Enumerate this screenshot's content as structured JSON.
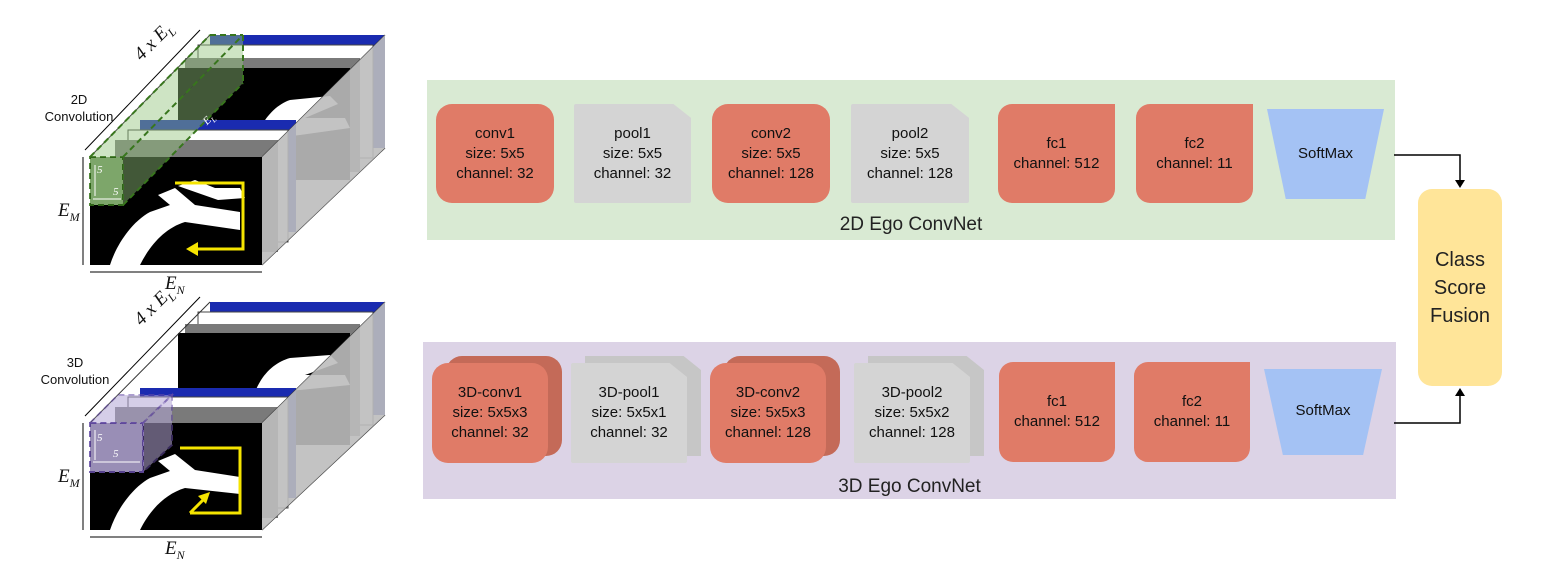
{
  "illustrations": {
    "top": {
      "conv_label": "2D\nConvolution",
      "depth_label": "4 x E",
      "depth_sub": "L",
      "height_label": "E",
      "height_sub": "M",
      "width_label": "E",
      "width_sub": "N",
      "kernel_w": "5",
      "kernel_h": "5",
      "inner_label": "E",
      "inner_sub": "L"
    },
    "bottom": {
      "conv_label": "3D\nConvolution",
      "depth_label": "4 x E",
      "depth_sub": "L",
      "height_label": "E",
      "height_sub": "M",
      "width_label": "E",
      "width_sub": "N",
      "kernel_w": "5",
      "kernel_h": "5"
    }
  },
  "net2d": {
    "title": "2D Ego ConvNet",
    "blocks": [
      {
        "label": "conv1\nsize: 5x5\nchannel: 32"
      },
      {
        "label": "pool1\nsize: 5x5\nchannel: 32"
      },
      {
        "label": "conv2\nsize: 5x5\nchannel: 128"
      },
      {
        "label": "pool2\nsize: 5x5\nchannel: 128"
      },
      {
        "label": "fc1\nchannel: 512"
      },
      {
        "label": "fc2\nchannel: 11"
      },
      {
        "label": "SoftMax"
      }
    ]
  },
  "net3d": {
    "title": "3D Ego ConvNet",
    "blocks": [
      {
        "label": "3D-conv1\nsize: 5x5x3\nchannel: 32"
      },
      {
        "label": "3D-pool1\nsize: 5x5x1\nchannel: 32"
      },
      {
        "label": "3D-conv2\nsize: 5x5x3\nchannel: 128"
      },
      {
        "label": "3D-pool2\nsize: 5x5x2\nchannel: 128"
      },
      {
        "label": "fc1\nchannel: 512"
      },
      {
        "label": "fc2\nchannel: 11"
      },
      {
        "label": "SoftMax"
      }
    ]
  },
  "fusion": {
    "label": "Class\nScore\nFusion"
  },
  "colors": {
    "conv": "#e07b67",
    "pool": "#d4d4d4",
    "softmax": "#a4c2f4",
    "fusion": "#ffe599",
    "band_2d": "#d9ead3",
    "band_3d": "#dcd3e6"
  }
}
